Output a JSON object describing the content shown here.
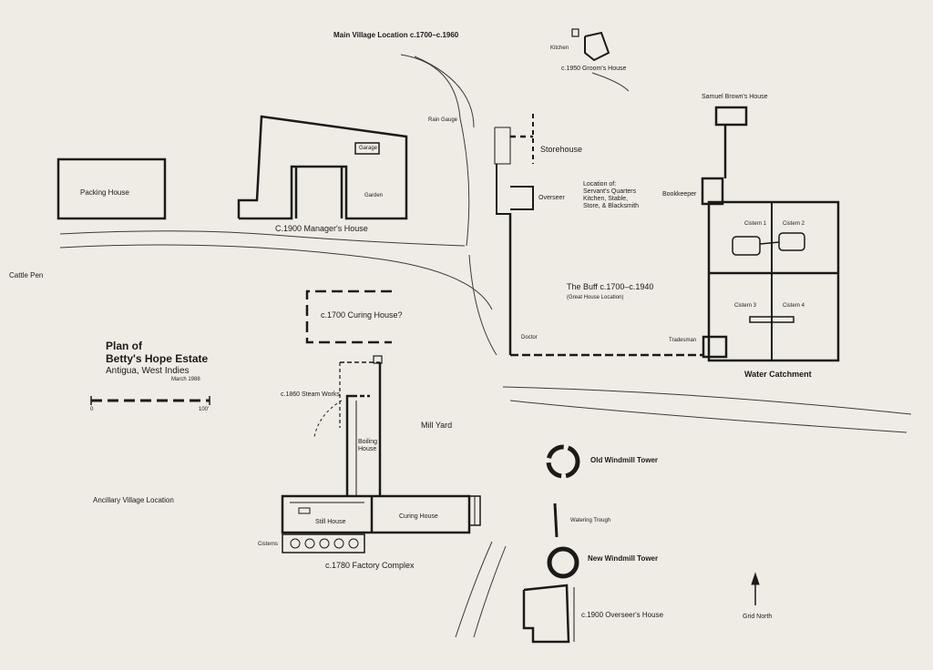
{
  "plan": {
    "line1": "Plan of",
    "line2": "Betty's Hope Estate",
    "line3": "Antigua, West Indies",
    "date": "March 1988"
  },
  "scale": {
    "start": "0",
    "end": "100'"
  },
  "labels": {
    "main_village": "Main Village Location c.1700–c.1960",
    "kitchen": "Kitchen",
    "grooms_house": "c.1950 Groom's House",
    "samuel_brown": "Samuel Brown's House",
    "rain_gauge": "Rain Gauge",
    "storehouse": "Storehouse",
    "garage": "Garage",
    "garden": "Garden",
    "packing_house": "Packing House",
    "managers_house": "C.1900 Manager's House",
    "overseer": "Overseer",
    "location_of": "Location of:\nServant's Quarters\nKitchen, Stable,\nStore, & Blacksmith",
    "bookkeeper": "Bookkeeper",
    "cistern1": "Cistern 1",
    "cistern2": "Cistern 2",
    "cistern3": "Cistern 3",
    "cistern4": "Cistern 4",
    "cattle_pen": "Cattle Pen",
    "the_buff": "The Buff c.1700–c.1940",
    "great_house": "(Great House Location)",
    "curing_house_old": "c.1700 Curing House?",
    "doctor": "Doctor",
    "tradesman": "Tradesman",
    "water_catchment": "Water Catchment",
    "steam_works": "c.1860 Steam Works",
    "mill_yard": "Mill Yard",
    "boiling_house": "Boiling\nHouse",
    "old_windmill": "Old Windmill Tower",
    "ancillary_village": "Ancillary Village Location",
    "still_house": "Still House",
    "curing_house": "Curing House",
    "watering_trough": "Watering Trough",
    "cisterns": "Cisterns",
    "new_windmill": "New Windmill Tower",
    "factory_complex": "c.1780 Factory Complex",
    "overseers_house": "c.1900 Overseer's House",
    "grid_north": "Grid North"
  },
  "colors": {
    "ink": "#1c1a18",
    "paper": "#efece6",
    "tint": "#7fa7b0"
  }
}
